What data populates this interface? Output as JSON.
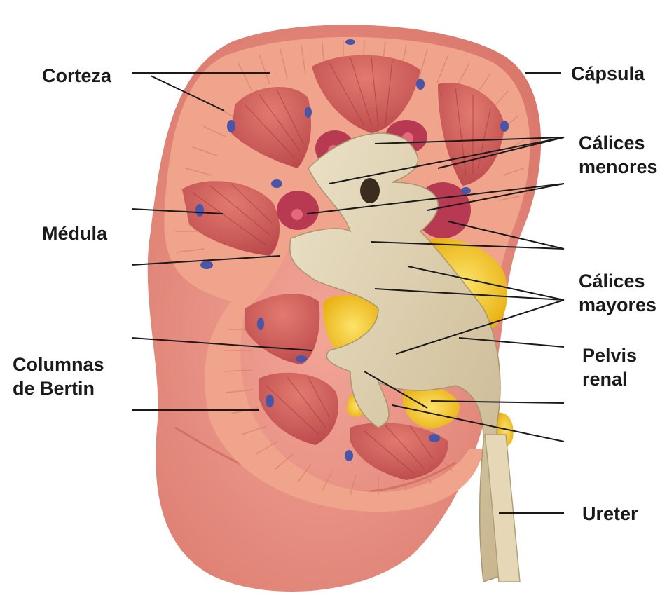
{
  "labels": {
    "corteza": "Corteza",
    "medula": "Médula",
    "columnas": {
      "line1": "Columnas",
      "line2": "de Bertin"
    },
    "capsula": "Cápsula",
    "calices_menores": {
      "line1": "Cálices",
      "line2": "menores"
    },
    "calices_mayores": {
      "line1": "Cálices",
      "line2": "mayores"
    },
    "pelvis_renal": {
      "line1": "Pelvis",
      "line2": "renal"
    },
    "ureter": "Ureter"
  },
  "colors": {
    "capsule_outer": "#e88f80",
    "cortex": "#f0a890",
    "medulla_pyramid": "#cc5a55",
    "minor_calyx": "#b83a52",
    "pelvis": "#d9c9a8",
    "fat": "#f3c820",
    "vessel": "#4a55a8",
    "leader_line": "#1a1a1a"
  }
}
